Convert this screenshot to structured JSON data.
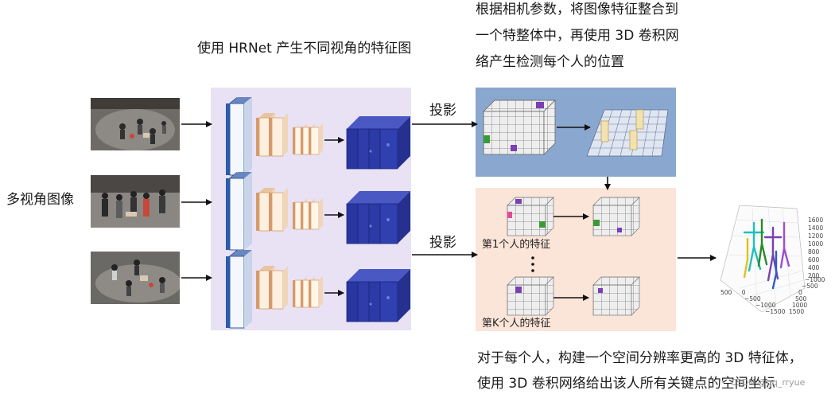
{
  "top_caption": [
    "根据相机参数，将图像特征整合到",
    "一个特整体中，再使用 3D 卷积网",
    "络产生检测每个人的位置"
  ],
  "hrnet_caption": "使用 HRNet 产生不同视角的特征图",
  "input_label": "多视角图像",
  "project_label_1": "投影",
  "project_label_2": "投影",
  "person_first_label": "第1个人的特征",
  "person_last_label": "第K个人的特征",
  "bottom_caption": [
    "对于每个人，构建一个空间分辨率更高的 3D 特征体，",
    "使用 3D 卷积网络给出该人所有关键点的空间坐标"
  ],
  "plot_axis_z": [
    "1600",
    "1400",
    "1200",
    "1000",
    "800",
    "600",
    "400",
    "200"
  ],
  "plot_axis_y": [
    "−1000",
    "−500",
    "0",
    "500",
    "1000",
    "1500"
  ],
  "plot_axis_x": [
    "500",
    "0",
    "−500",
    "−1000",
    "−1500"
  ],
  "watermark": "CSDN @qq_rryue",
  "colors": {
    "panel_purple": "#e8e2f4",
    "panel_blue": "#8aa8cf",
    "panel_peach": "#fbe4d8",
    "feature_map": "#2c3ba8",
    "arrow": "#111111"
  }
}
